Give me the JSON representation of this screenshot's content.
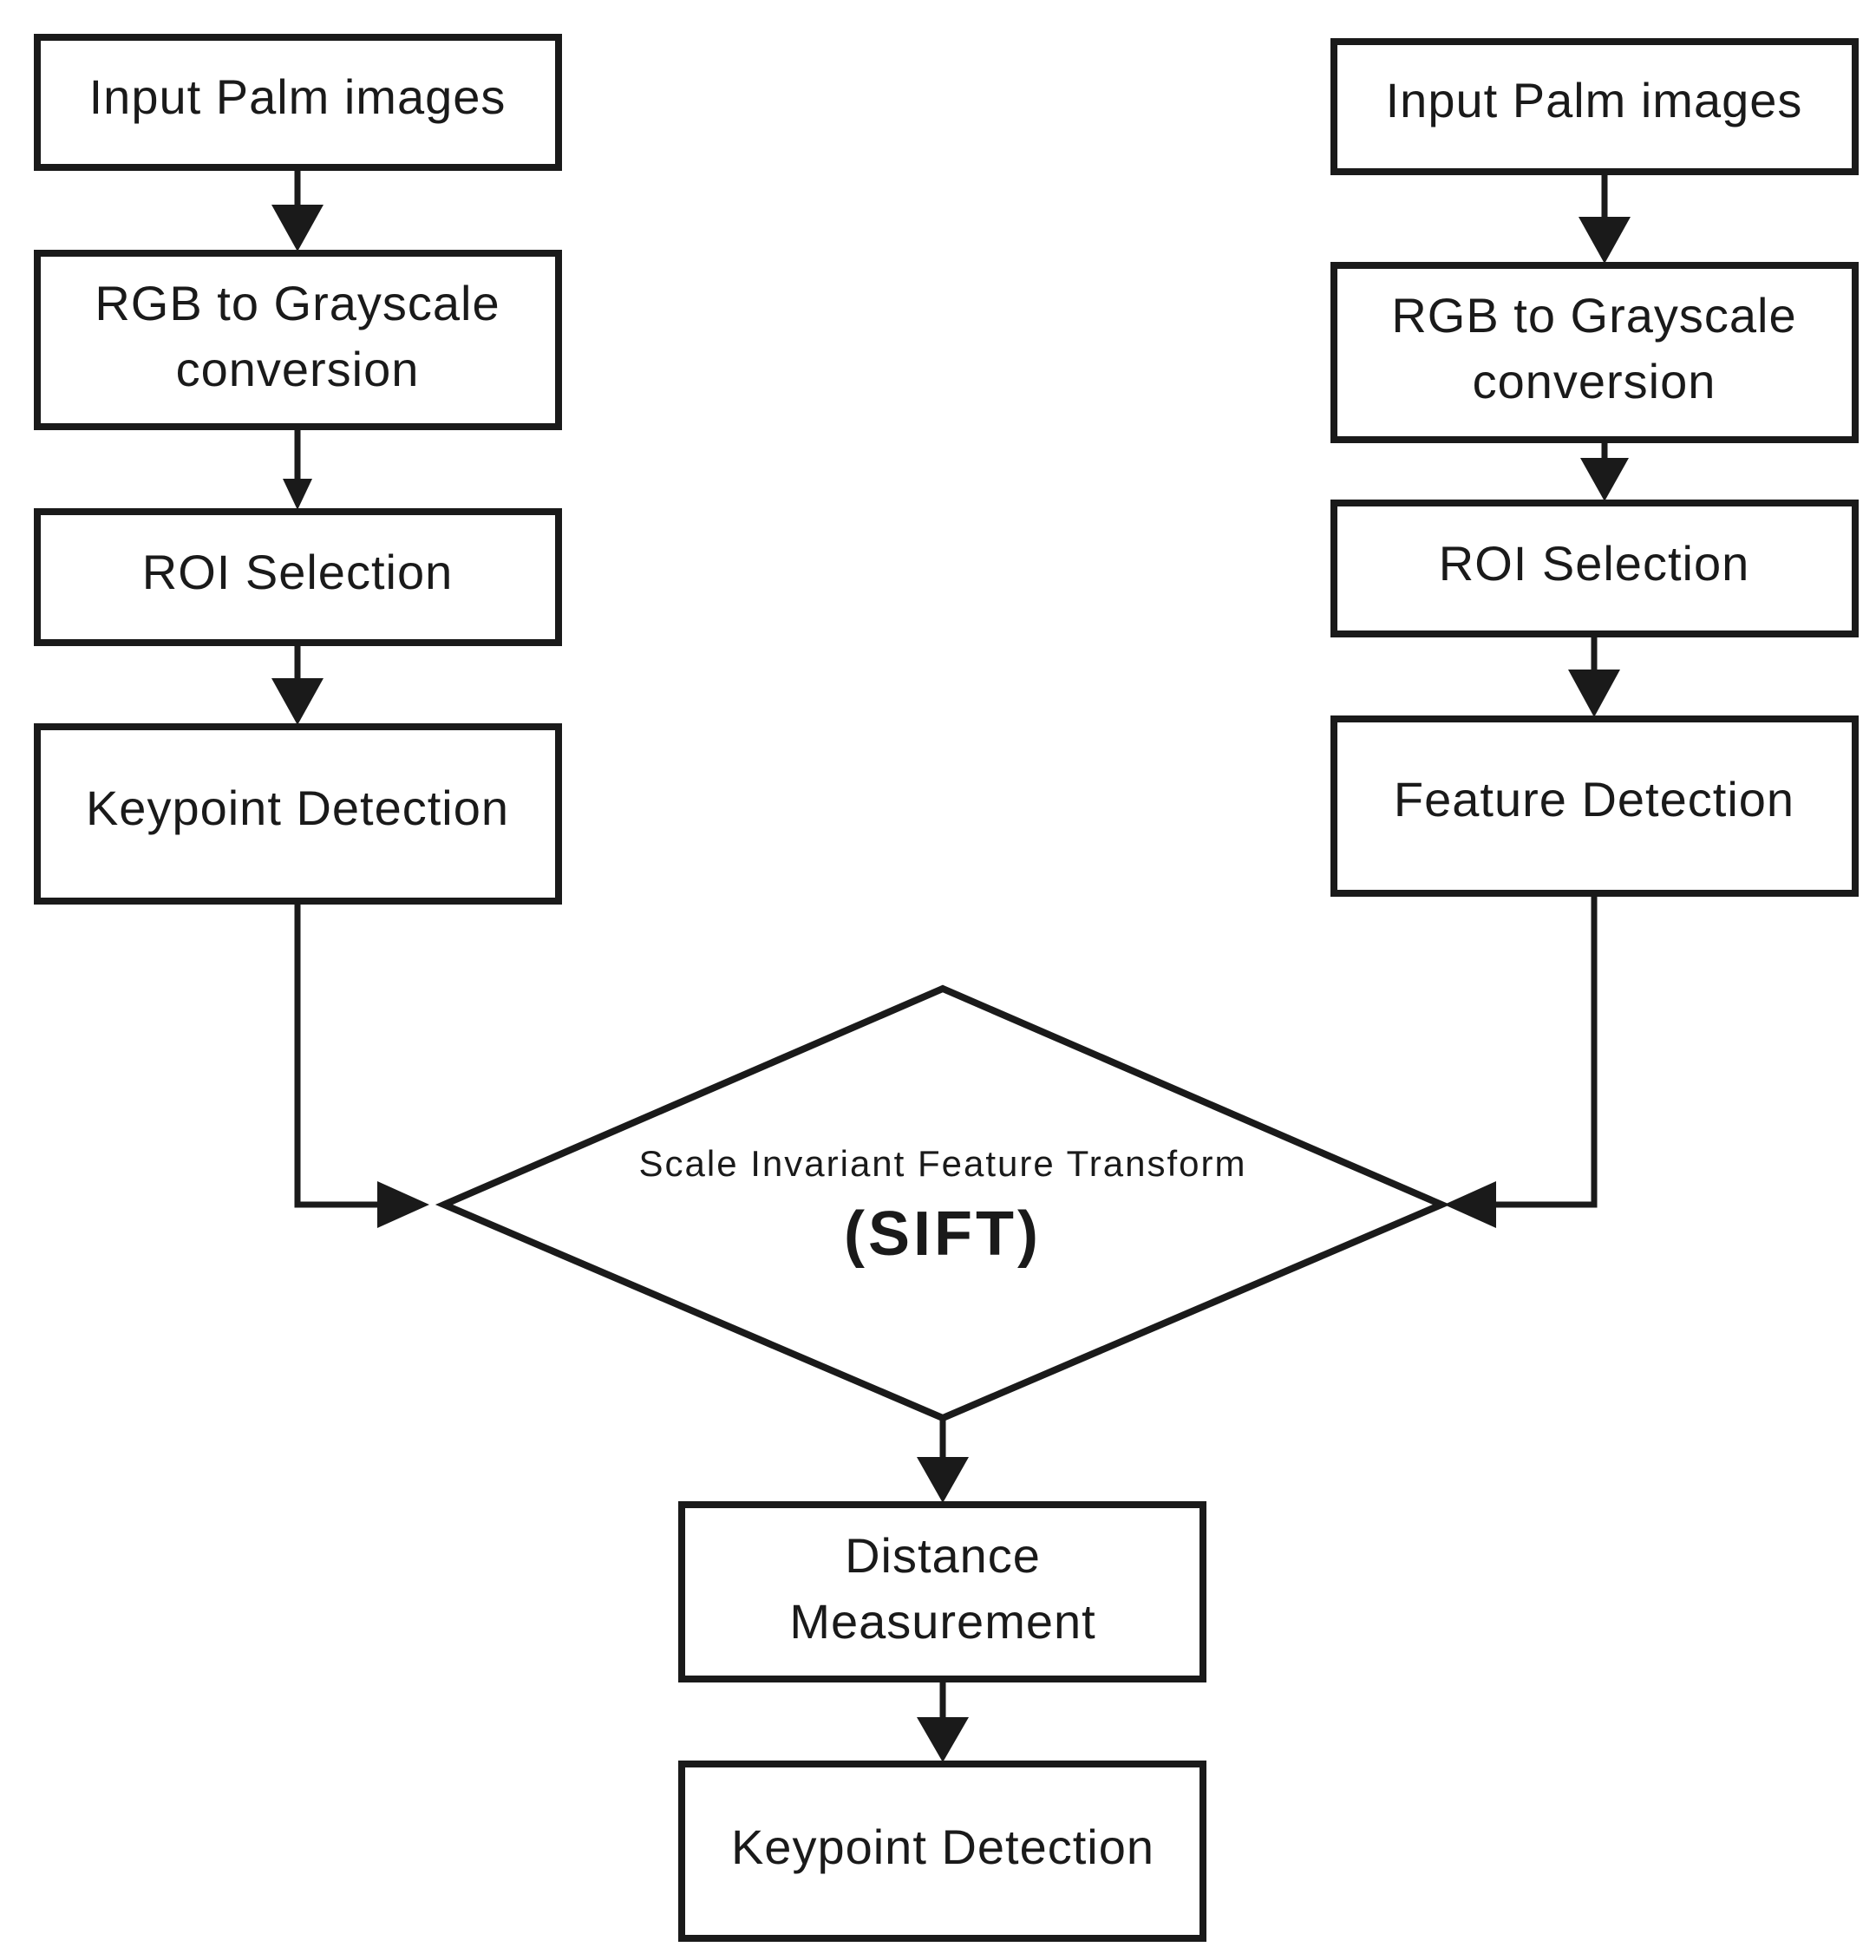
{
  "left_branch": {
    "input": "Input Palm images",
    "grayscale_line1": "RGB to Grayscale",
    "grayscale_line2": "conversion",
    "roi": "ROI Selection",
    "detection": "Keypoint Detection"
  },
  "right_branch": {
    "input": "Input Palm images",
    "grayscale_line1": "RGB to Grayscale",
    "grayscale_line2": "conversion",
    "roi": "ROI Selection",
    "detection": "Feature Detection"
  },
  "decision": {
    "line1": "Scale Invariant Feature Transform",
    "line2": "(SIFT)"
  },
  "bottom": {
    "distance_line1": "Distance",
    "distance_line2": "Measurement",
    "detection": "Keypoint Detection"
  },
  "colors": {
    "stroke": "#1a1a1a",
    "background": "#ffffff"
  }
}
